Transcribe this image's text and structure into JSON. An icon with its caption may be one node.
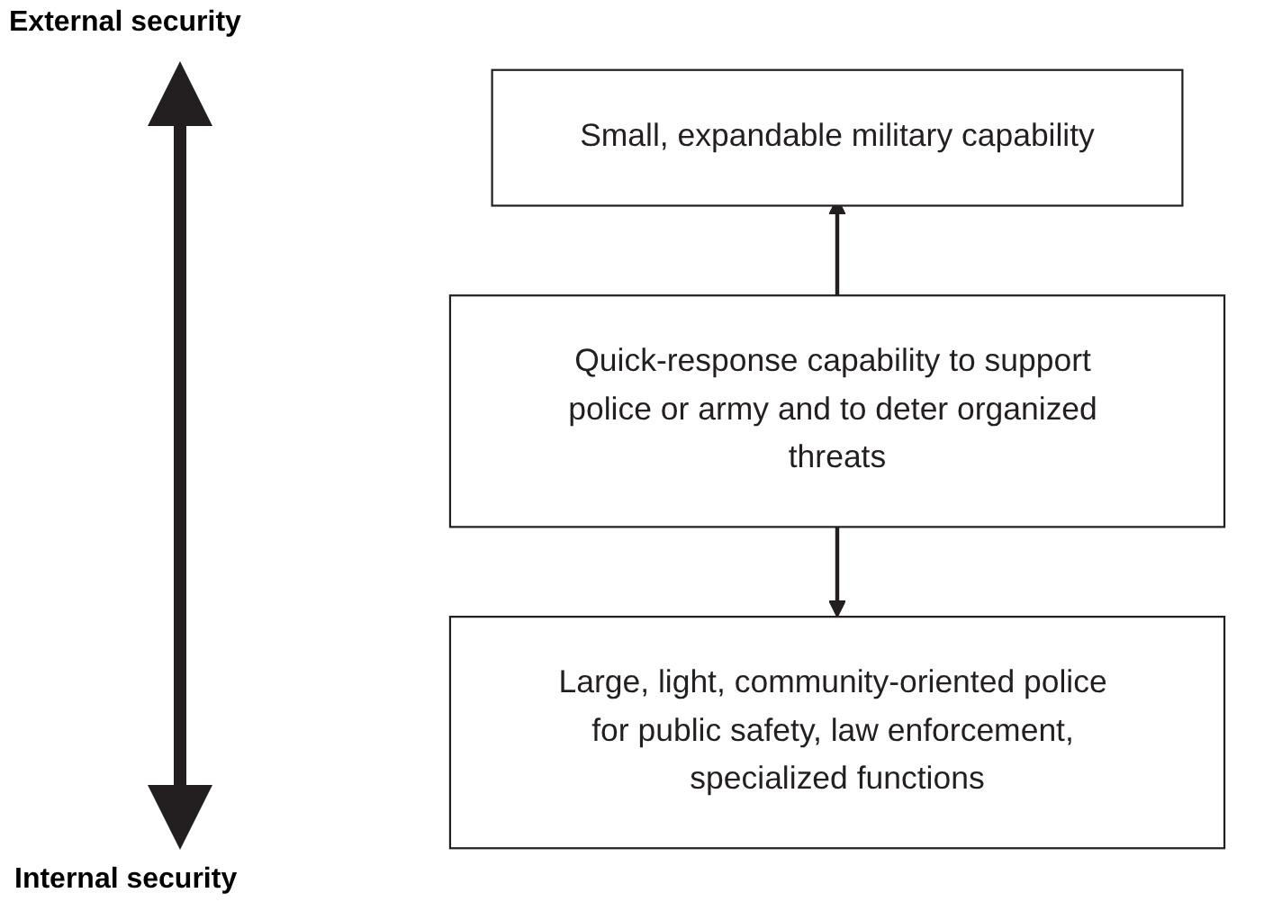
{
  "diagram": {
    "nodes": [
      {
        "text": [
          "Small, expandable military capability"
        ]
      },
      {
        "text": [
          "Quick-response capability to support police or army and to deter organized threats"
        ]
      },
      {
        "text": [
          "Large, light, community-oriented police for public safety, law enforcement, specialized functions"
        ]
      }
    ],
    "edges": [
      {
        "from": 1,
        "to": 0,
        "arrow": "to"
      },
      {
        "from": 1,
        "to": 2,
        "arrow": "to"
      }
    ],
    "labels": [
      "External security",
      "Internal security"
    ]
  }
}
